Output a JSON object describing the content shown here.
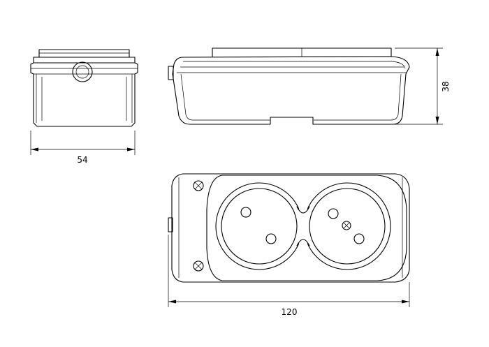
{
  "drawing": {
    "dimensions": {
      "width_side": "54",
      "height": "38",
      "length": "120"
    },
    "colors": {
      "line": "#000000",
      "background": "#ffffff"
    }
  }
}
